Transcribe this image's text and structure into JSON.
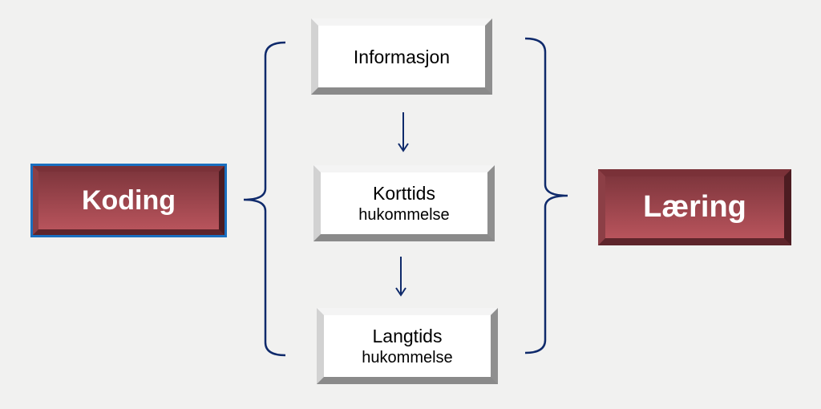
{
  "left_node": {
    "label": "Koding"
  },
  "right_node": {
    "label": "Læring"
  },
  "steps": [
    {
      "line1": "Informasjon"
    },
    {
      "line1": "Korttids",
      "line2": "hukommelse"
    },
    {
      "line1": "Langtids",
      "line2": "hukommelse"
    }
  ],
  "colors": {
    "bracket": "#0f2a6b",
    "red_box": "#9c444c",
    "blue_outline": "#1a6fbf"
  }
}
